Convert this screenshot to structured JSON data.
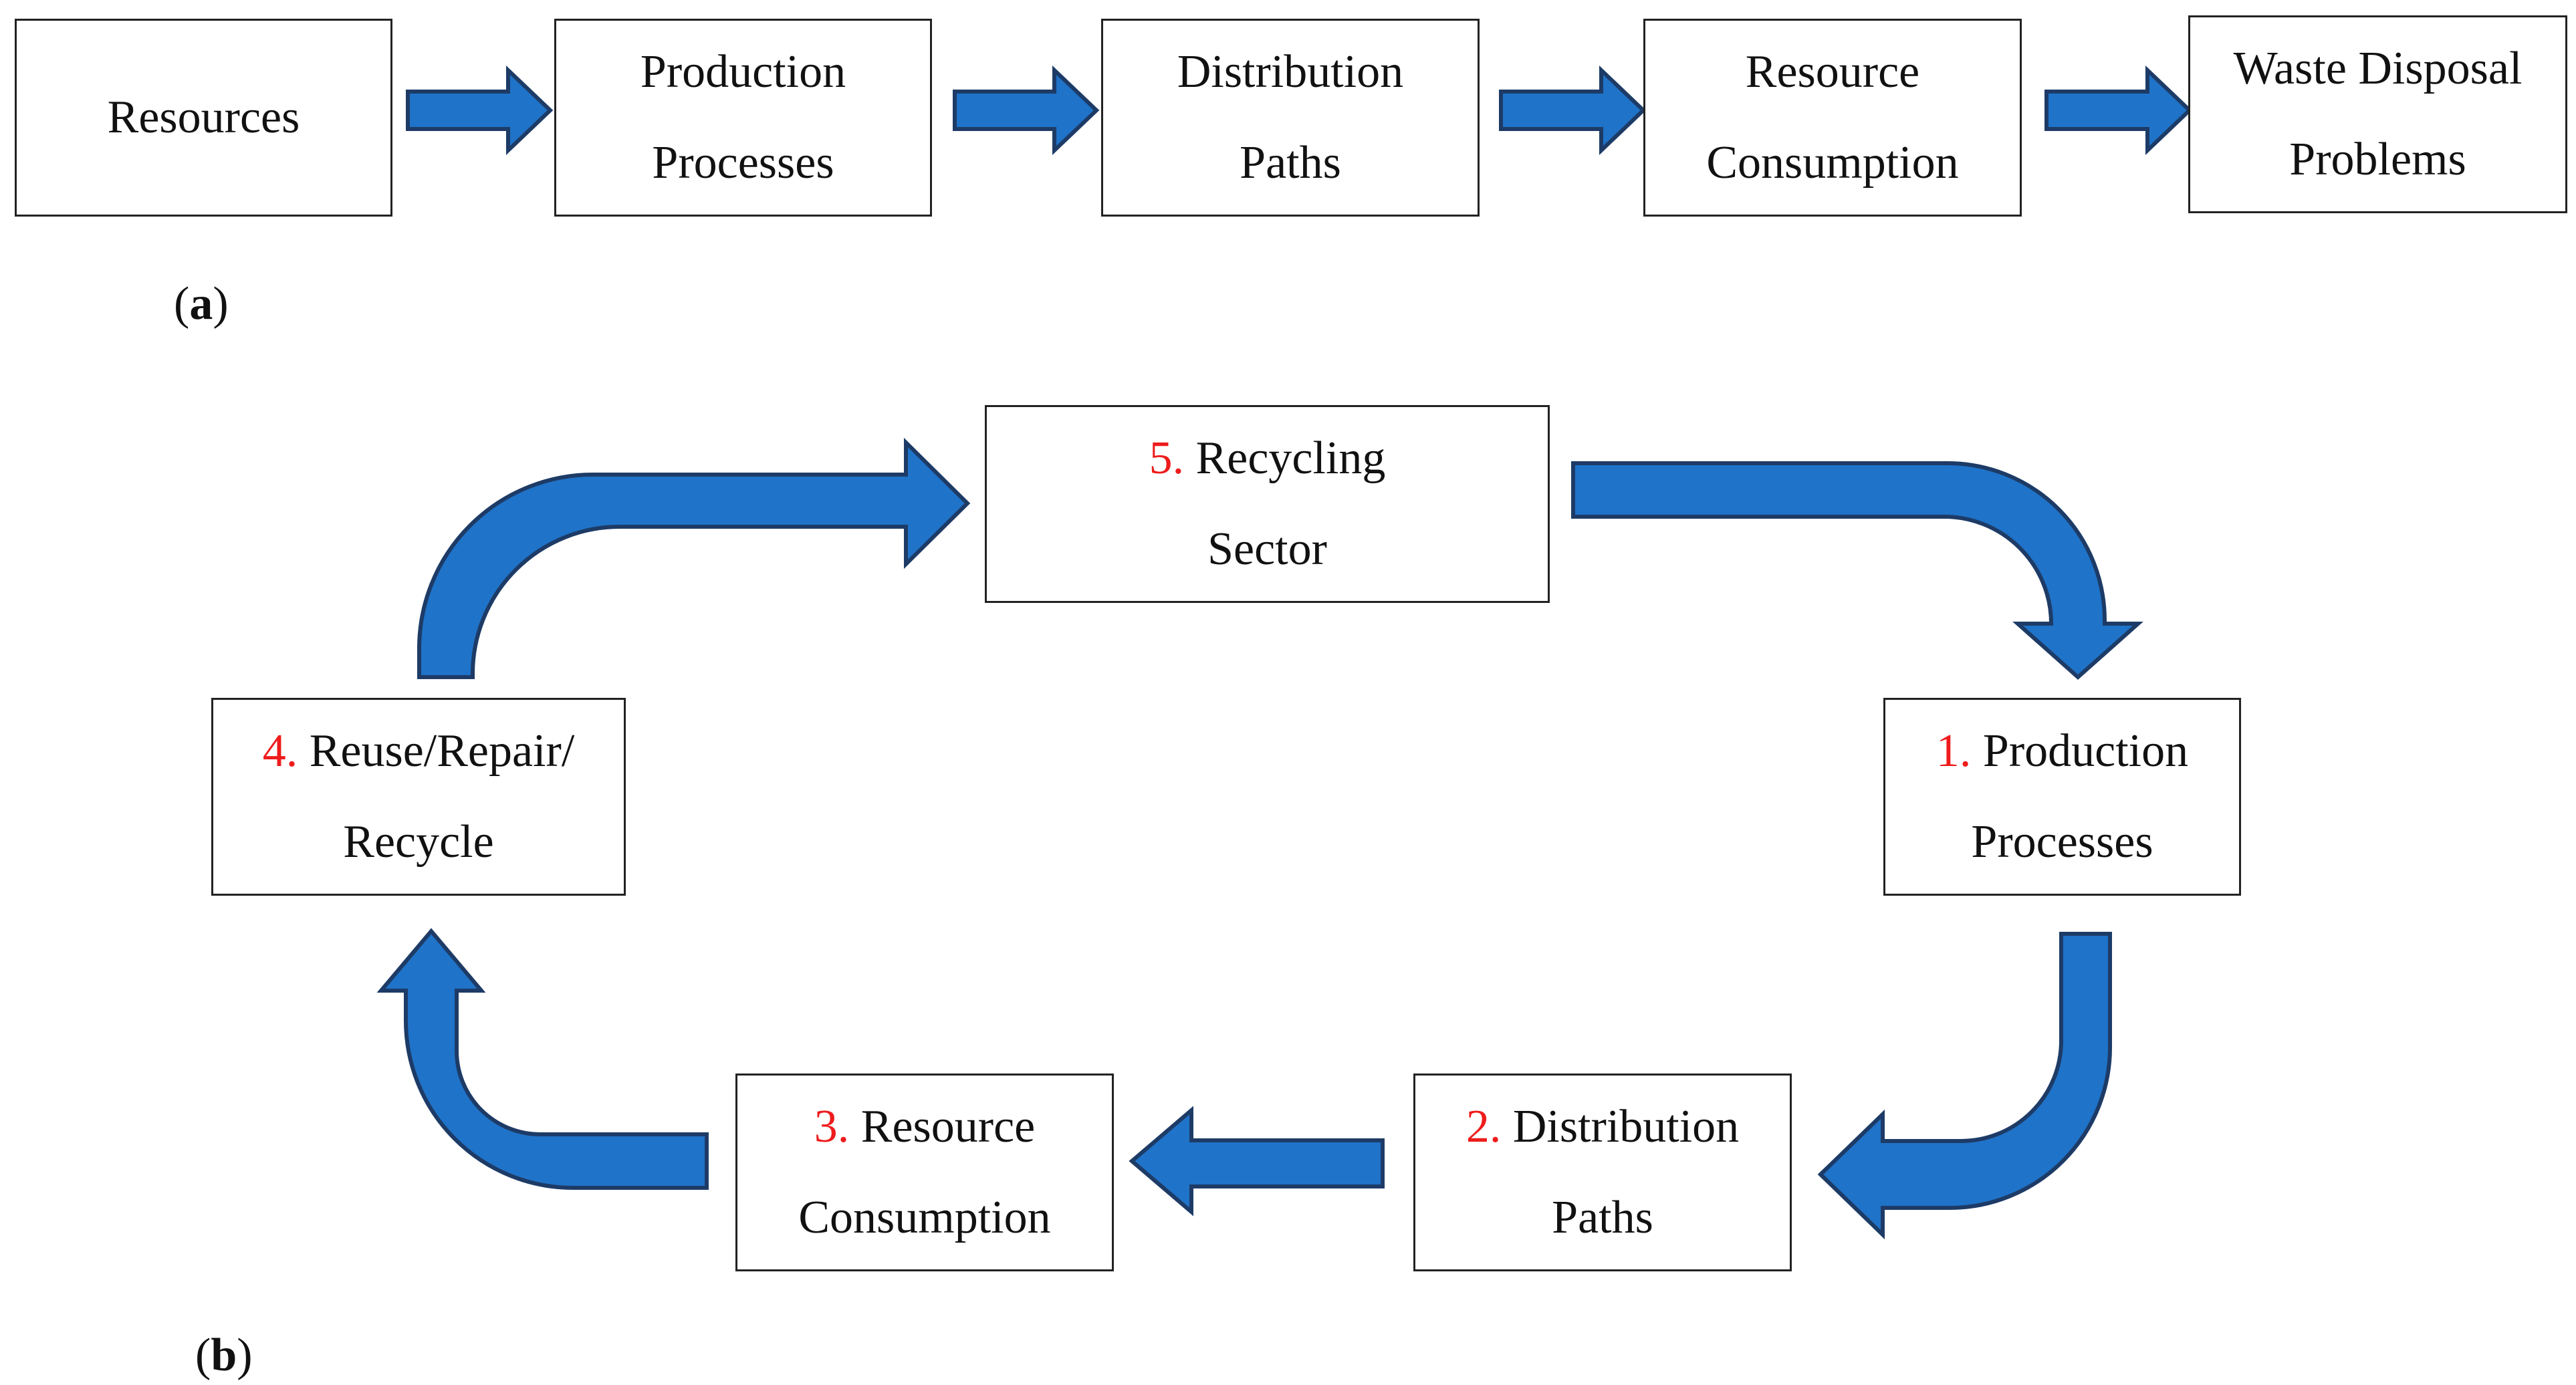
{
  "colors": {
    "arrow_fill": "#1f73c8",
    "arrow_stroke": "#1d3b66",
    "step_number": "#ee1c1c"
  },
  "panel_a": {
    "label_open": "(",
    "label_letter": "a",
    "label_close": ")",
    "boxes": [
      {
        "lines": [
          "Resources"
        ]
      },
      {
        "lines": [
          "Production",
          "Processes"
        ]
      },
      {
        "lines": [
          "Distribution",
          "Paths"
        ]
      },
      {
        "lines": [
          "Resource",
          "Consumption"
        ]
      },
      {
        "lines": [
          "Waste Disposal",
          "Problems"
        ]
      }
    ]
  },
  "panel_b": {
    "label_open": "(",
    "label_letter": "b",
    "label_close": ")",
    "steps": [
      {
        "num": "1.",
        "line1": "Production",
        "line2": "Processes"
      },
      {
        "num": "2.",
        "line1": "Distribution",
        "line2": "Paths"
      },
      {
        "num": "3.",
        "line1": "Resource",
        "line2": "Consumption"
      },
      {
        "num": "4.",
        "line1": "Reuse/Repair/",
        "line2": "Recycle"
      },
      {
        "num": "5.",
        "line1": "Recycling",
        "line2": "Sector"
      }
    ]
  }
}
